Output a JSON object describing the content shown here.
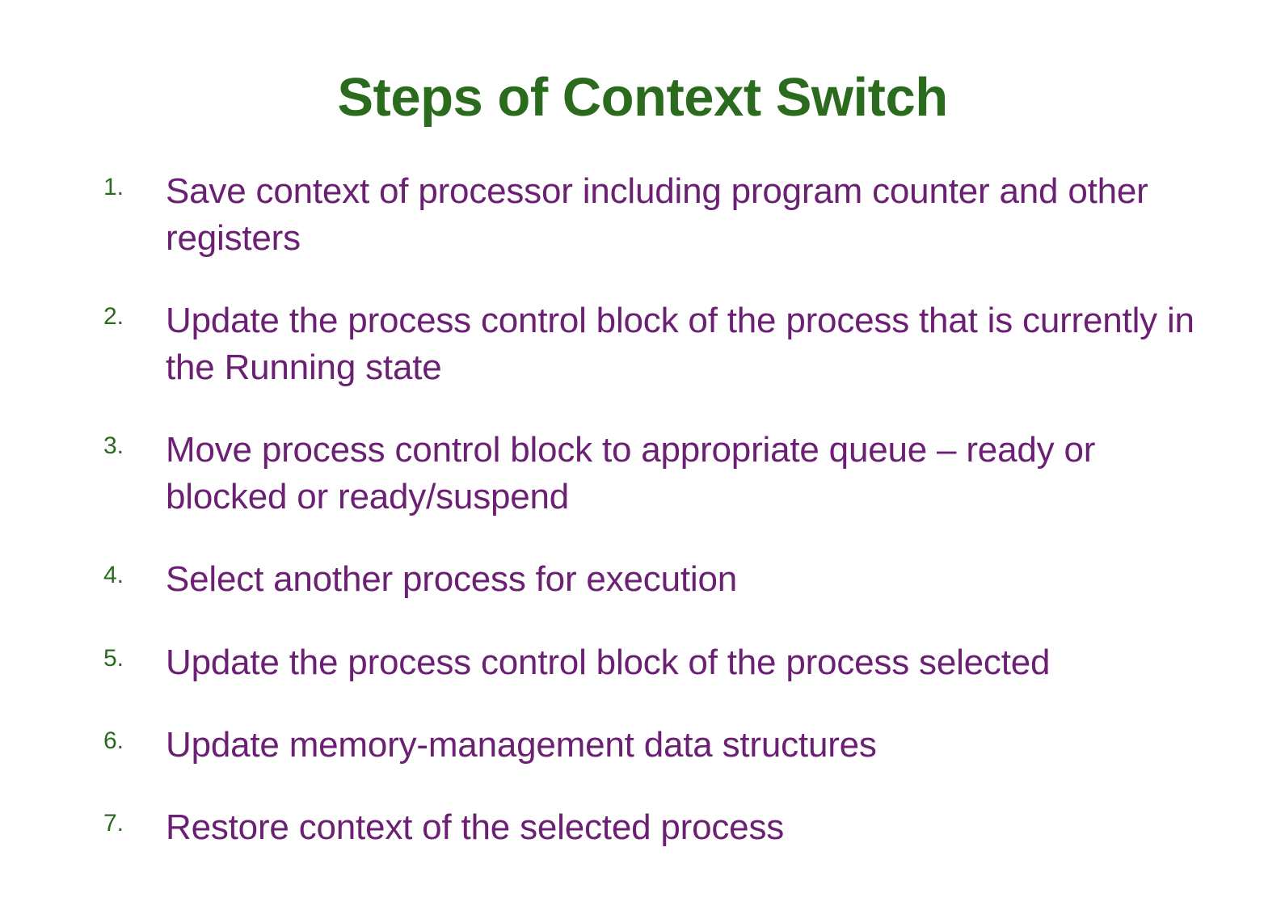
{
  "slide": {
    "title": "Steps of Context Switch",
    "background_color": "#ffffff",
    "title_color": "#2a6b1e",
    "body_color": "#6b2074",
    "number_color": "#2a6b1e",
    "steps": [
      {
        "number": "1.",
        "text": "Save context of processor including program counter and other registers"
      },
      {
        "number": "2.",
        "text": "Update the process control block of the process that is currently in the Running state"
      },
      {
        "number": "3.",
        "text": "Move process control block to appropriate queue – ready or blocked or ready/suspend"
      },
      {
        "number": "4.",
        "text": "Select another process for execution"
      },
      {
        "number": "5.",
        "text": "Update the process control block of the process selected"
      },
      {
        "number": "6.",
        "text": "Update memory-management data structures"
      },
      {
        "number": "7.",
        "text": "Restore context of the selected process"
      }
    ]
  }
}
